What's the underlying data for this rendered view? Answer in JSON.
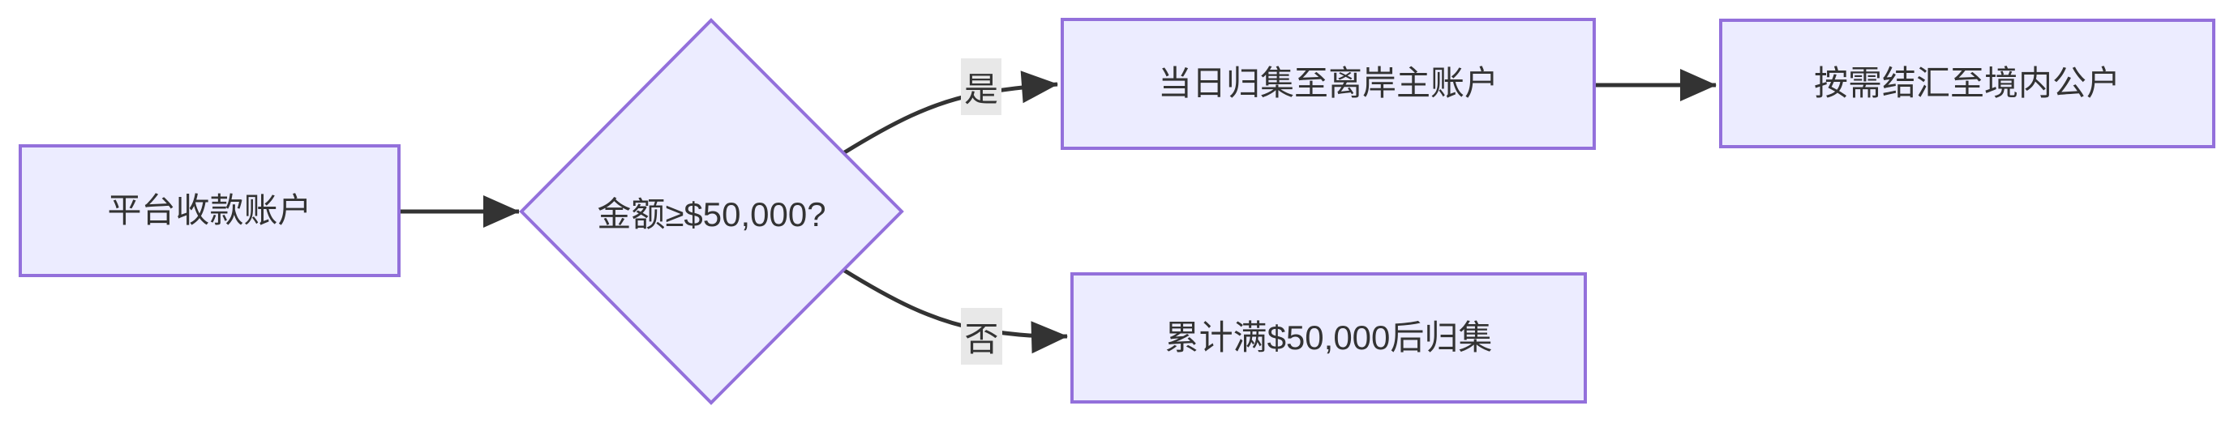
{
  "diagram": {
    "type": "flowchart",
    "direction": "left-to-right",
    "colors": {
      "node_fill": "#ECECFF",
      "node_border": "#9370DB",
      "edge": "#333333",
      "text": "#333333",
      "edge_label_bg": "#e8e8e8",
      "background": "#ffffff"
    },
    "nodes": [
      {
        "id": "platform-account",
        "shape": "rectangle",
        "label": "平台收款账户"
      },
      {
        "id": "amount-decision",
        "shape": "diamond",
        "label": "金额≥$50,000?"
      },
      {
        "id": "same-day-collect",
        "shape": "rectangle",
        "label": "当日归集至离岸主账户"
      },
      {
        "id": "settle-to-domestic",
        "shape": "rectangle",
        "label": "按需结汇至境内公户"
      },
      {
        "id": "accumulate-collect",
        "shape": "rectangle",
        "label": "累计满$50,000后归集"
      }
    ],
    "edges": [
      {
        "from": "platform-account",
        "to": "amount-decision",
        "label": ""
      },
      {
        "from": "amount-decision",
        "to": "same-day-collect",
        "label": "是"
      },
      {
        "from": "amount-decision",
        "to": "accumulate-collect",
        "label": "否"
      },
      {
        "from": "same-day-collect",
        "to": "settle-to-domestic",
        "label": ""
      }
    ]
  }
}
